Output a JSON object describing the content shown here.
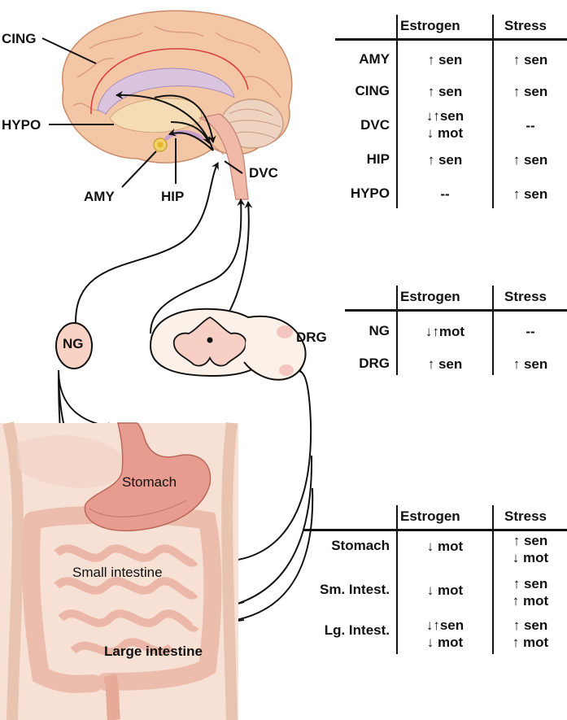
{
  "brain_labels": {
    "cing": "CING",
    "hypo": "HYPO",
    "amy": "AMY",
    "hip": "HIP",
    "dvc": "DVC"
  },
  "ng_label": "NG",
  "drg_label": "DRG",
  "organ_labels": {
    "stomach": "Stomach",
    "small_intestine": "Small intestine",
    "large_intestine": "Large intestine"
  },
  "tables": {
    "brain": {
      "col1": "Estrogen",
      "col2": "Stress",
      "rows": [
        {
          "label": "AMY",
          "estrogen": "↑ sen",
          "stress": "↑ sen"
        },
        {
          "label": "CING",
          "estrogen": "↑ sen",
          "stress": "↑ sen"
        },
        {
          "label": "DVC",
          "estrogen": "↓↑sen\n↓ mot",
          "stress": "--"
        },
        {
          "label": "HIP",
          "estrogen": "↑ sen",
          "stress": "↑ sen"
        },
        {
          "label": "HYPO",
          "estrogen": "--",
          "stress": "↑ sen"
        }
      ]
    },
    "ganglia": {
      "col1": "Estrogen",
      "col2": "Stress",
      "rows": [
        {
          "label": "NG",
          "estrogen": "↓↑mot",
          "stress": "--"
        },
        {
          "label": "DRG",
          "estrogen": "↑ sen",
          "stress": "↑ sen"
        }
      ]
    },
    "gut": {
      "col1": "Estrogen",
      "col2": "Stress",
      "rows": [
        {
          "label": "Stomach",
          "estrogen": "↓ mot",
          "stress": "↑ sen\n↓ mot"
        },
        {
          "label": "Sm. Intest.",
          "estrogen": "↓ mot",
          "stress": "↑ sen\n↑ mot"
        },
        {
          "label": "Lg. Intest.",
          "estrogen": "↓↑sen\n↓ mot",
          "stress": "↑ sen\n↑ mot"
        }
      ]
    }
  }
}
